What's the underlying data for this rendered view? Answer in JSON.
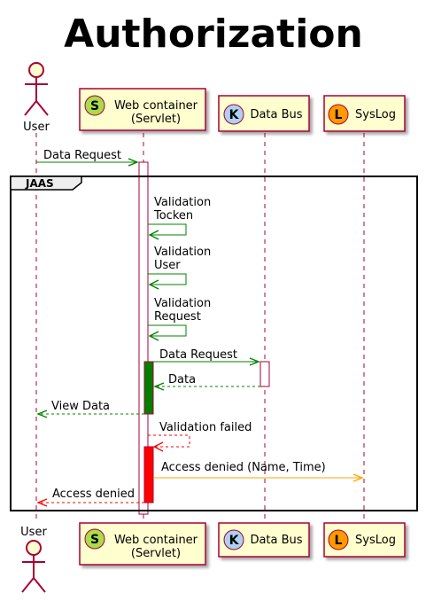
{
  "diagram": {
    "title": "Authorization",
    "participants": [
      {
        "id": "user",
        "label": "User",
        "kind": "actor"
      },
      {
        "id": "web",
        "label_line1": "Web container",
        "label_line2": "(Servlet)",
        "kind": "participant",
        "stereotype": "S",
        "stereotype_color": "#A9DC4A"
      },
      {
        "id": "bus",
        "label": "Data Bus",
        "kind": "participant",
        "stereotype": "K",
        "stereotype_color": "#ADD1F0"
      },
      {
        "id": "syslog",
        "label": "SysLog",
        "kind": "participant",
        "stereotype": "L",
        "stereotype_color": "#FF9A00"
      }
    ],
    "fragment": {
      "label": "JAAS"
    },
    "messages": [
      {
        "from": "user",
        "to": "web",
        "text": "Data Request",
        "style": "solid",
        "color": "#008000"
      },
      {
        "from": "web",
        "to": "web",
        "text": "Validation\nTocken",
        "style": "solid",
        "color": "#008000"
      },
      {
        "from": "web",
        "to": "web",
        "text": "Validation\nUser",
        "style": "solid",
        "color": "#008000"
      },
      {
        "from": "web",
        "to": "web",
        "text": "Validation\nRequest",
        "style": "solid",
        "color": "#008000"
      },
      {
        "from": "web",
        "to": "bus",
        "text": "Data Request",
        "style": "solid",
        "color": "#008000"
      },
      {
        "from": "bus",
        "to": "web",
        "text": "Data",
        "style": "dashed",
        "color": "#008000"
      },
      {
        "from": "web",
        "to": "user",
        "text": "View Data",
        "style": "dashed",
        "color": "#008000"
      },
      {
        "from": "web",
        "to": "web",
        "text": "Validation failed",
        "style": "dashed",
        "color": "#FF0000"
      },
      {
        "from": "web",
        "to": "syslog",
        "text": "Access denied (Name, Time)",
        "style": "solid",
        "color": "#FFA500"
      },
      {
        "from": "web",
        "to": "user",
        "text": "Access denied",
        "style": "dashed",
        "color": "#FF0000"
      }
    ],
    "colors": {
      "participant_fill": "#FEFECE",
      "participant_border": "#A80036",
      "activation_green": "#008000",
      "activation_red": "#FF0000"
    }
  }
}
